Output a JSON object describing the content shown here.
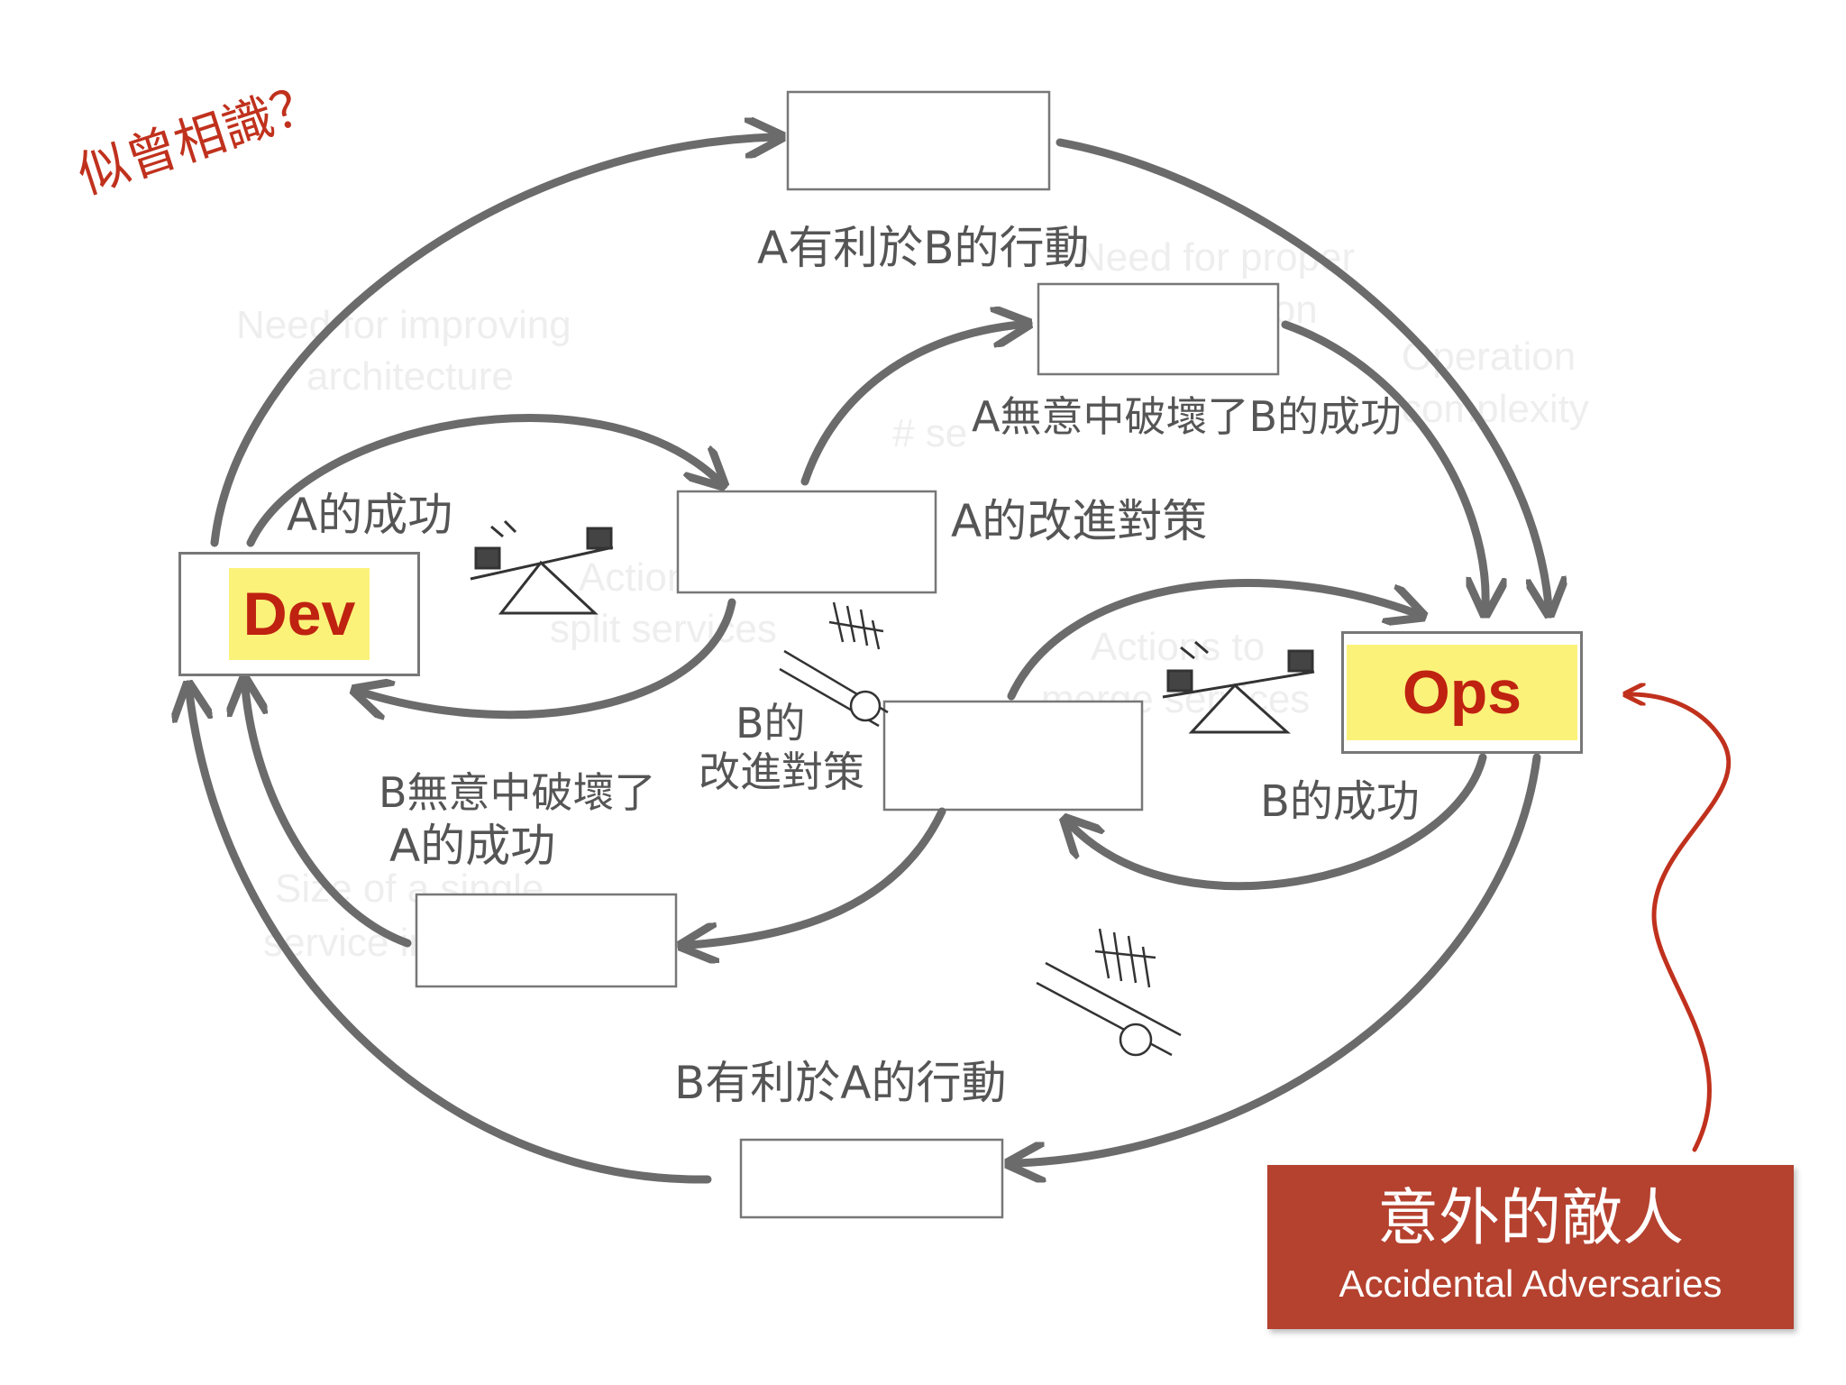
{
  "title_question": "似曾相識？",
  "nodes": {
    "dev": "Dev",
    "ops": "Ops"
  },
  "labels": {
    "a_helps_b": "A有利於B的行動",
    "a_breaks_b": "A無意中破壞了B的成功",
    "a_success": "A的成功",
    "a_fix": "A的改進對策",
    "b_fix_line1": "B的",
    "b_fix_line2": "改進對策",
    "b_breaks_a_line1": "B無意中破壞了",
    "b_breaks_a_line2": "A的成功",
    "b_success": "B的成功",
    "b_helps_a": "B有利於A的行動"
  },
  "background_text": {
    "t1_line1": "Need for improving",
    "t1_line2": "architecture",
    "t2_line1": "Need for proper",
    "t2_line2": "coordination",
    "t3_line1": "Operation",
    "t3_line2": "complexity",
    "t4": "# se",
    "t5_line1": "Actions to",
    "t5_line2": "split services",
    "t6_line1": "Actions to",
    "t6_line2": "merge services",
    "t7_line1": "Size of a single",
    "t7_line2": "service instance"
  },
  "callout": {
    "zh": "意外的敵人",
    "en": "Accidental Adversaries"
  },
  "colors": {
    "arrow": "#6b6b6b",
    "highlight": "#fbf27a",
    "node_text": "#bf2210",
    "callout_bg": "#b5412f",
    "callout_arrow": "#c0311d",
    "ghost": "#eeeeee"
  },
  "icons": [
    "seesaw-icon",
    "rolling-ball-slope-icon"
  ]
}
